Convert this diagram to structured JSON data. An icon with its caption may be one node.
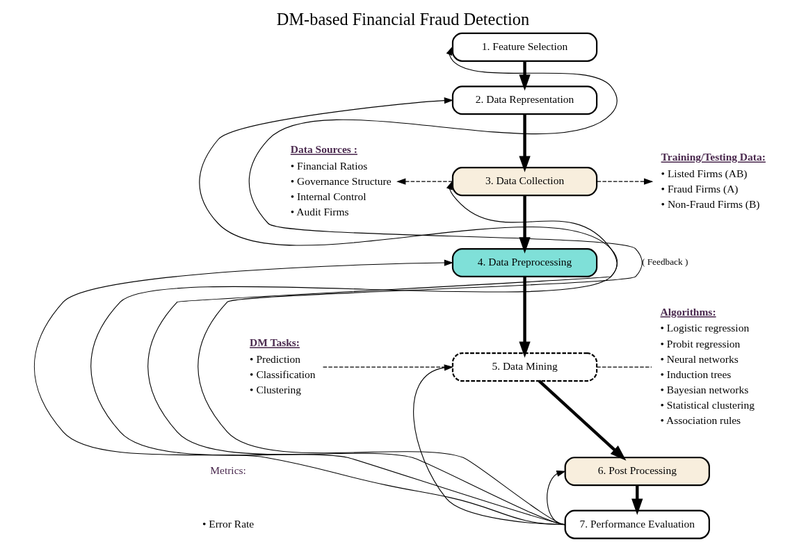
{
  "diagram": {
    "title": "DM-based Financial Fraud Detection",
    "nodes": [
      {
        "text": [
          "1. Feature Selection"
        ]
      },
      {
        "text": [
          "2. Data Representation"
        ]
      },
      {
        "text": [
          "3. Data Collection"
        ]
      },
      {
        "text": [
          "4. Data Preprocessing"
        ]
      },
      {
        "text": [
          "5. Data Mining"
        ]
      },
      {
        "text": [
          "6. Post Processing"
        ]
      },
      {
        "text": [
          "7. Performance Evaluation"
        ]
      },
      {
        "text": [
          "Data Sources :",
          "• Financial Ratios",
          "• Governance Structure",
          "• Internal Control",
          "• Audit Firms"
        ]
      },
      {
        "text": [
          "Training/Testing Data:",
          "• Listed Firms (AB)",
          "• Fraud Firms (A)",
          "• Non-Fraud Firms (B)"
        ]
      },
      {
        "text": [
          "DM Tasks:",
          "• Prediction",
          "• Classification",
          "• Clustering"
        ]
      },
      {
        "text": [
          "Algorithms:",
          "• Logistic regression",
          "• Probit regression",
          "• Neural networks",
          "• Induction trees",
          "• Bayesian networks",
          "• Statistical clustering",
          "• Association rules"
        ]
      }
    ],
    "edges": [
      {
        "from": 0,
        "to": 1,
        "arrow": "to",
        "style": "thick"
      },
      {
        "from": 1,
        "to": 2,
        "arrow": "to",
        "style": "thick"
      },
      {
        "from": 2,
        "to": 3,
        "arrow": "to",
        "style": "thick"
      },
      {
        "from": 3,
        "to": 4,
        "arrow": "to",
        "style": "thick"
      },
      {
        "from": 4,
        "to": 5,
        "arrow": "to",
        "style": "thick"
      },
      {
        "from": 5,
        "to": 6,
        "arrow": "to",
        "style": "thick"
      },
      {
        "from": 6,
        "to": 0,
        "arrow": "to",
        "label": "( Feedback )"
      },
      {
        "from": 6,
        "to": 1,
        "arrow": "to"
      },
      {
        "from": 6,
        "to": 2,
        "arrow": "to"
      },
      {
        "from": 6,
        "to": 3,
        "arrow": "to"
      },
      {
        "from": 6,
        "to": 4,
        "arrow": "to"
      },
      {
        "from": 6,
        "to": 5,
        "arrow": "to"
      },
      {
        "from": 2,
        "to": 7,
        "arrow": "to",
        "style": "dashed"
      },
      {
        "from": 2,
        "to": 8,
        "arrow": "to",
        "style": "dashed"
      },
      {
        "from": 4,
        "to": 9,
        "arrow": "none",
        "style": "dashed"
      },
      {
        "from": 4,
        "to": 10,
        "arrow": "none",
        "style": "dashed"
      }
    ],
    "labels": [
      "Metrics:",
      "• Error Rate"
    ]
  }
}
